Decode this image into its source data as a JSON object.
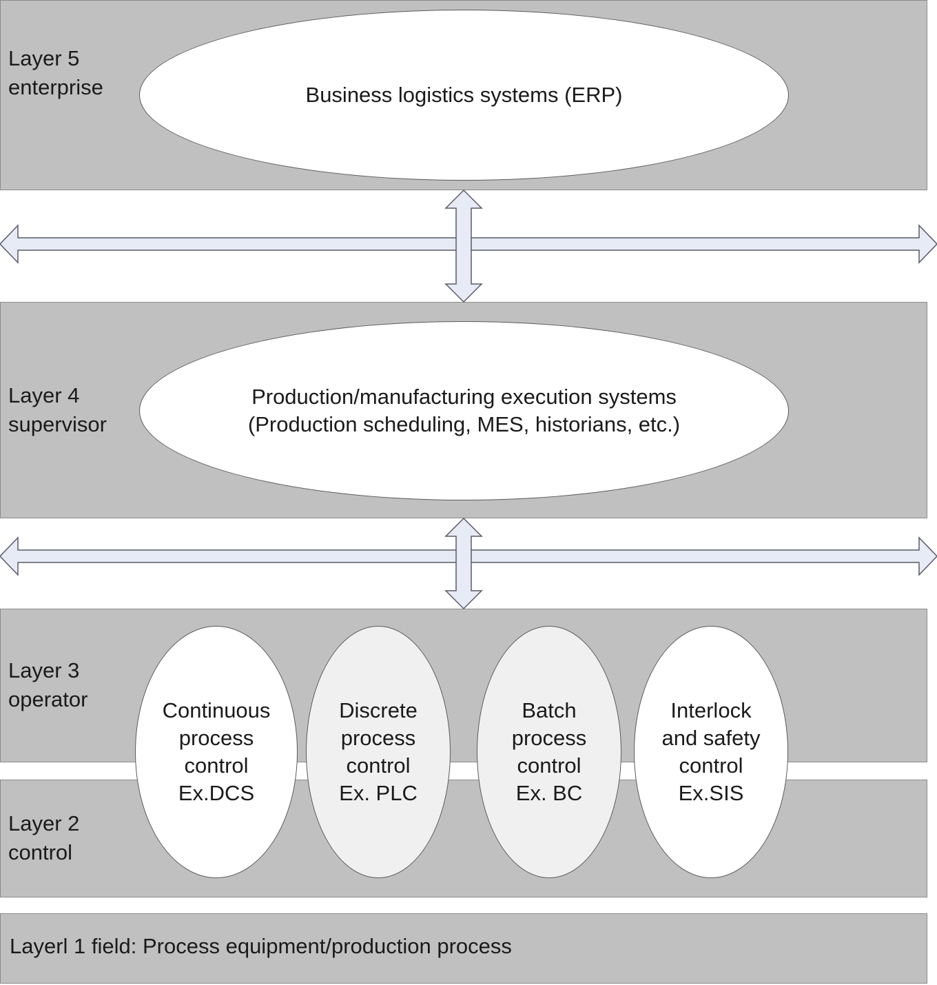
{
  "layers": {
    "layer5": {
      "line1": "Layer 5",
      "line2": "enterprise",
      "system": "Business logistics systems (ERP)"
    },
    "layer4": {
      "line1": "Layer 4",
      "line2": "supervisor",
      "system_line1": "Production/manufacturing execution systems",
      "system_line2": "(Production scheduling, MES, historians, etc.)"
    },
    "layer3": {
      "line1": "Layer 3",
      "line2": "operator"
    },
    "layer2": {
      "line1": "Layer 2",
      "line2": "control"
    },
    "layer1": {
      "text": "Layerl 1 field: Process equipment/production process"
    }
  },
  "control_systems": [
    {
      "lines": [
        "Continuous",
        "process",
        "control",
        "Ex.DCS"
      ]
    },
    {
      "lines": [
        "Discrete",
        "process",
        "control",
        "Ex. PLC"
      ]
    },
    {
      "lines": [
        "Batch",
        "process",
        "control",
        "Ex. BC"
      ]
    },
    {
      "lines": [
        "Interlock",
        "and safety",
        "control",
        "Ex.SIS"
      ]
    }
  ],
  "colors": {
    "band": "#c0c0c0",
    "arrow_fill": "#e6ebf5",
    "arrow_stroke": "#5a5a6a"
  }
}
